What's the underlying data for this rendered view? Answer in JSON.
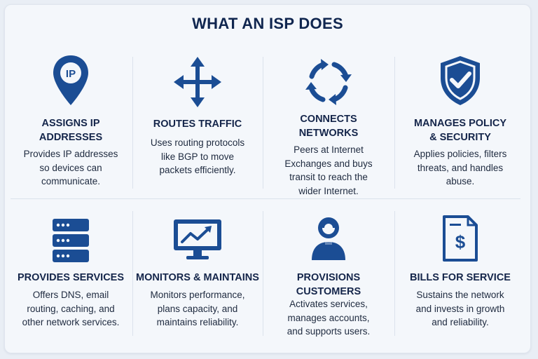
{
  "title": "WHAT AN ISP DOES",
  "colors": {
    "icon": "#1b4d94",
    "heading": "#14254a",
    "text": "#1e2a3f",
    "background": "#f4f7fb"
  },
  "cards": [
    {
      "icon": "location-pin-ip-icon",
      "icon_label": "IP",
      "heading": "ASSIGNS IP\nADDRESSES",
      "description": "Provides IP addresses\nso devices can\ncommunicate."
    },
    {
      "icon": "four-way-arrows-icon",
      "heading": "ROUTES TRAFFIC",
      "description": "Uses routing protocols\nlike BGP to move\npackets efficiently."
    },
    {
      "icon": "circular-arrows-icon",
      "heading": "CONNECTS\nNETWORKS",
      "description": "Peers at Internet\nExchanges and buys\ntransit to reach the\nwider Internet."
    },
    {
      "icon": "shield-check-icon",
      "heading": "MANAGES POLICY\n& SECURITY",
      "description": "Applies policies, filters\nthreats, and handles\nabuse."
    },
    {
      "icon": "server-rack-icon",
      "heading": "PROVIDES SERVICES",
      "description": "Offers DNS, email\nrouting, caching, and\nother network services."
    },
    {
      "icon": "monitor-chart-icon",
      "heading": "MONITORS & MAINTAINS",
      "description": "Monitors performance,\nplans capacity, and\nmaintains reliability."
    },
    {
      "icon": "user-headset-icon",
      "heading": "PROVISIONS\nCUSTOMERS",
      "description": "Activates services,\nmanages accounts,\nand supports users."
    },
    {
      "icon": "dollar-invoice-icon",
      "heading": "BILLS FOR SERVICE",
      "description": "Sustains the network\nand invests in growth\nand reliability."
    }
  ]
}
